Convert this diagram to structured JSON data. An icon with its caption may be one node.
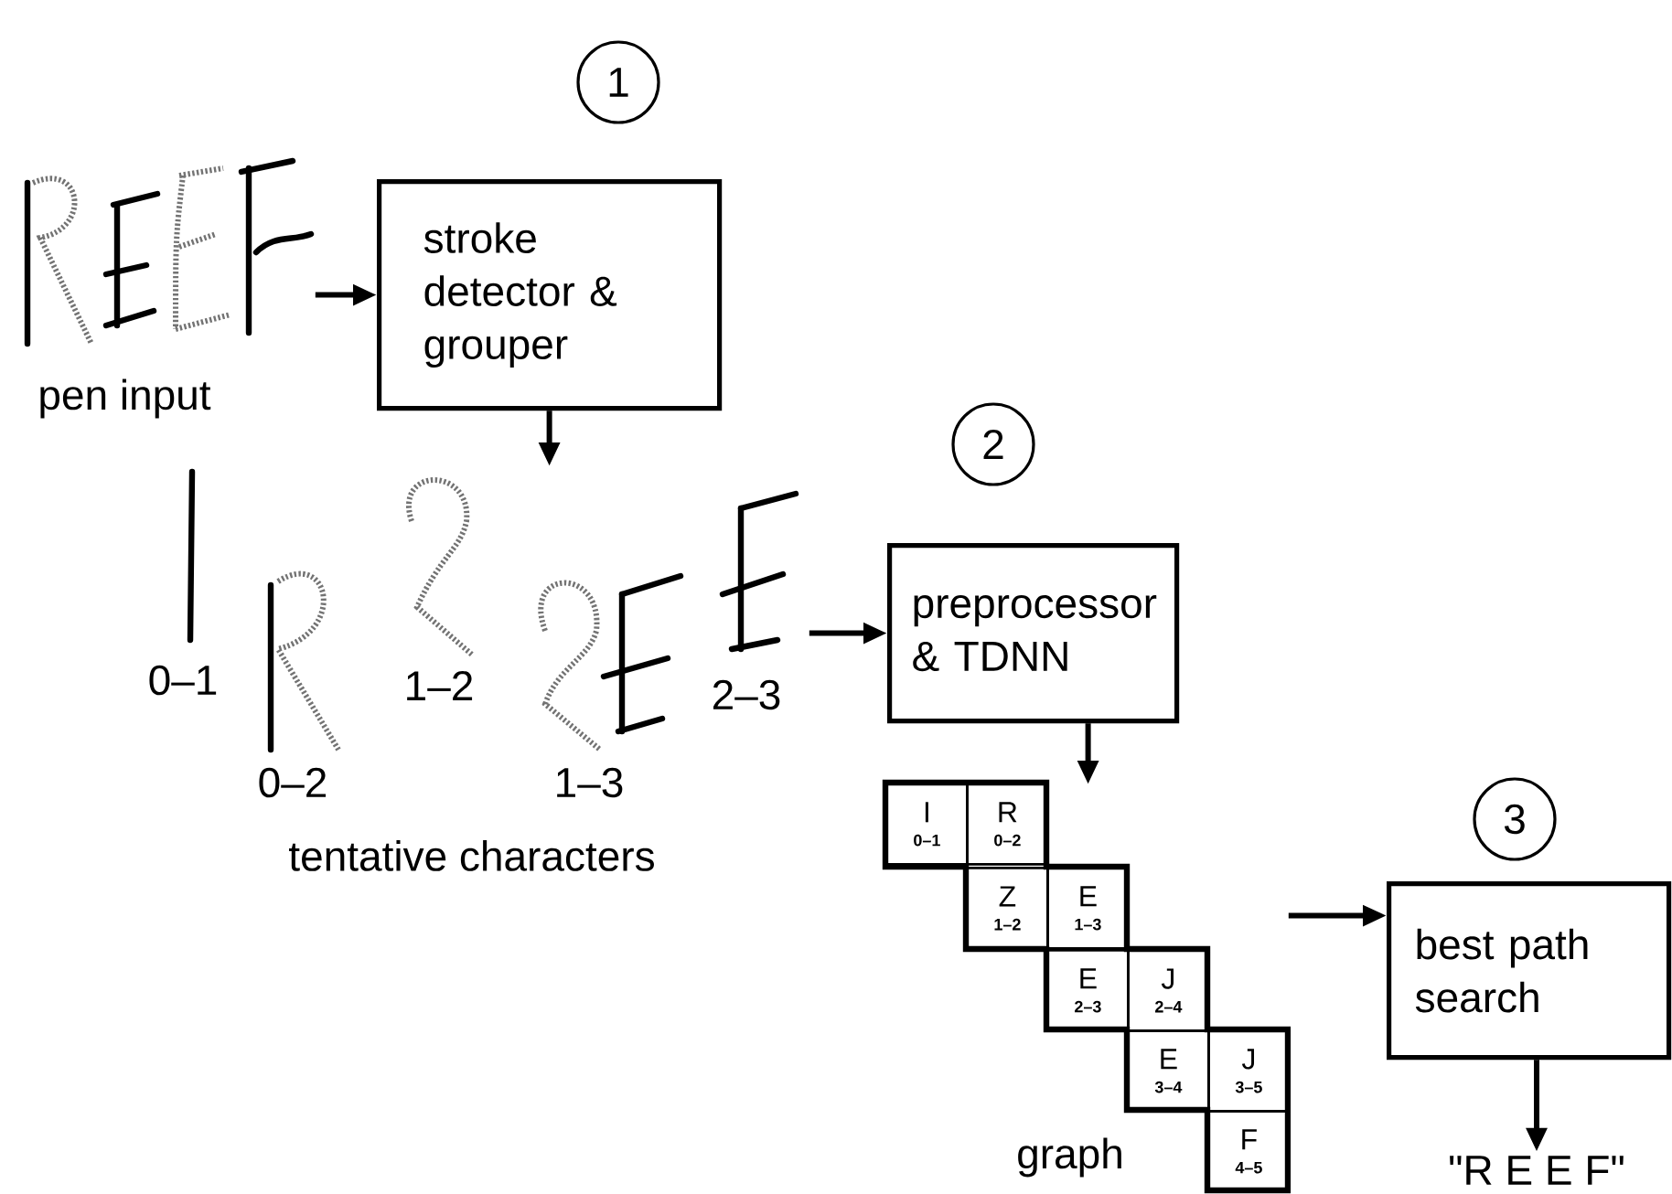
{
  "diagram": {
    "nodes": [
      {
        "text": [
          "1"
        ]
      },
      {
        "text": [],
        "shape": "picture",
        "beside": [
          "pen input"
        ]
      },
      {
        "text": [
          "stroke detector & grouper"
        ]
      },
      {
        "text": [
          "2"
        ]
      },
      {
        "text": [],
        "shape": "picture",
        "beside": [
          "tentative characters"
        ]
      },
      {
        "text": [
          "preprocessor & TDNN"
        ]
      },
      {
        "text": [
          "3"
        ]
      },
      {
        "text": [],
        "shape": "box",
        "beside": [
          "graph"
        ]
      },
      {
        "text": [
          "I",
          "0–1"
        ],
        "in": 7
      },
      {
        "text": [
          "R",
          "0–2"
        ],
        "in": 7
      },
      {
        "text": [
          "Z",
          "1–2"
        ],
        "in": 7
      },
      {
        "text": [
          "E",
          "1–3"
        ],
        "in": 7
      },
      {
        "text": [
          "E",
          "2–3"
        ],
        "in": 7
      },
      {
        "text": [
          "J",
          "2–4"
        ],
        "in": 7
      },
      {
        "text": [
          "E",
          "3–4"
        ],
        "in": 7
      },
      {
        "text": [
          "J",
          "3–5"
        ],
        "in": 7
      },
      {
        "text": [
          "F",
          "4–5"
        ],
        "in": 7
      },
      {
        "text": [
          "best path search"
        ]
      },
      {
        "text": [
          "\"R E E F\""
        ]
      }
    ],
    "edges": [
      {
        "from": 1,
        "to": 2,
        "arrow": "to"
      },
      {
        "from": 2,
        "to": 4,
        "arrow": "to"
      },
      {
        "from": 4,
        "to": 5,
        "arrow": "to"
      },
      {
        "from": 5,
        "to": 7,
        "arrow": "to"
      },
      {
        "from": 7,
        "to": 17,
        "arrow": "to"
      },
      {
        "from": 17,
        "to": 18,
        "arrow": "to"
      }
    ],
    "labels": [
      "0–1",
      "1–2",
      "2–3",
      "0–2",
      "1–3"
    ]
  }
}
